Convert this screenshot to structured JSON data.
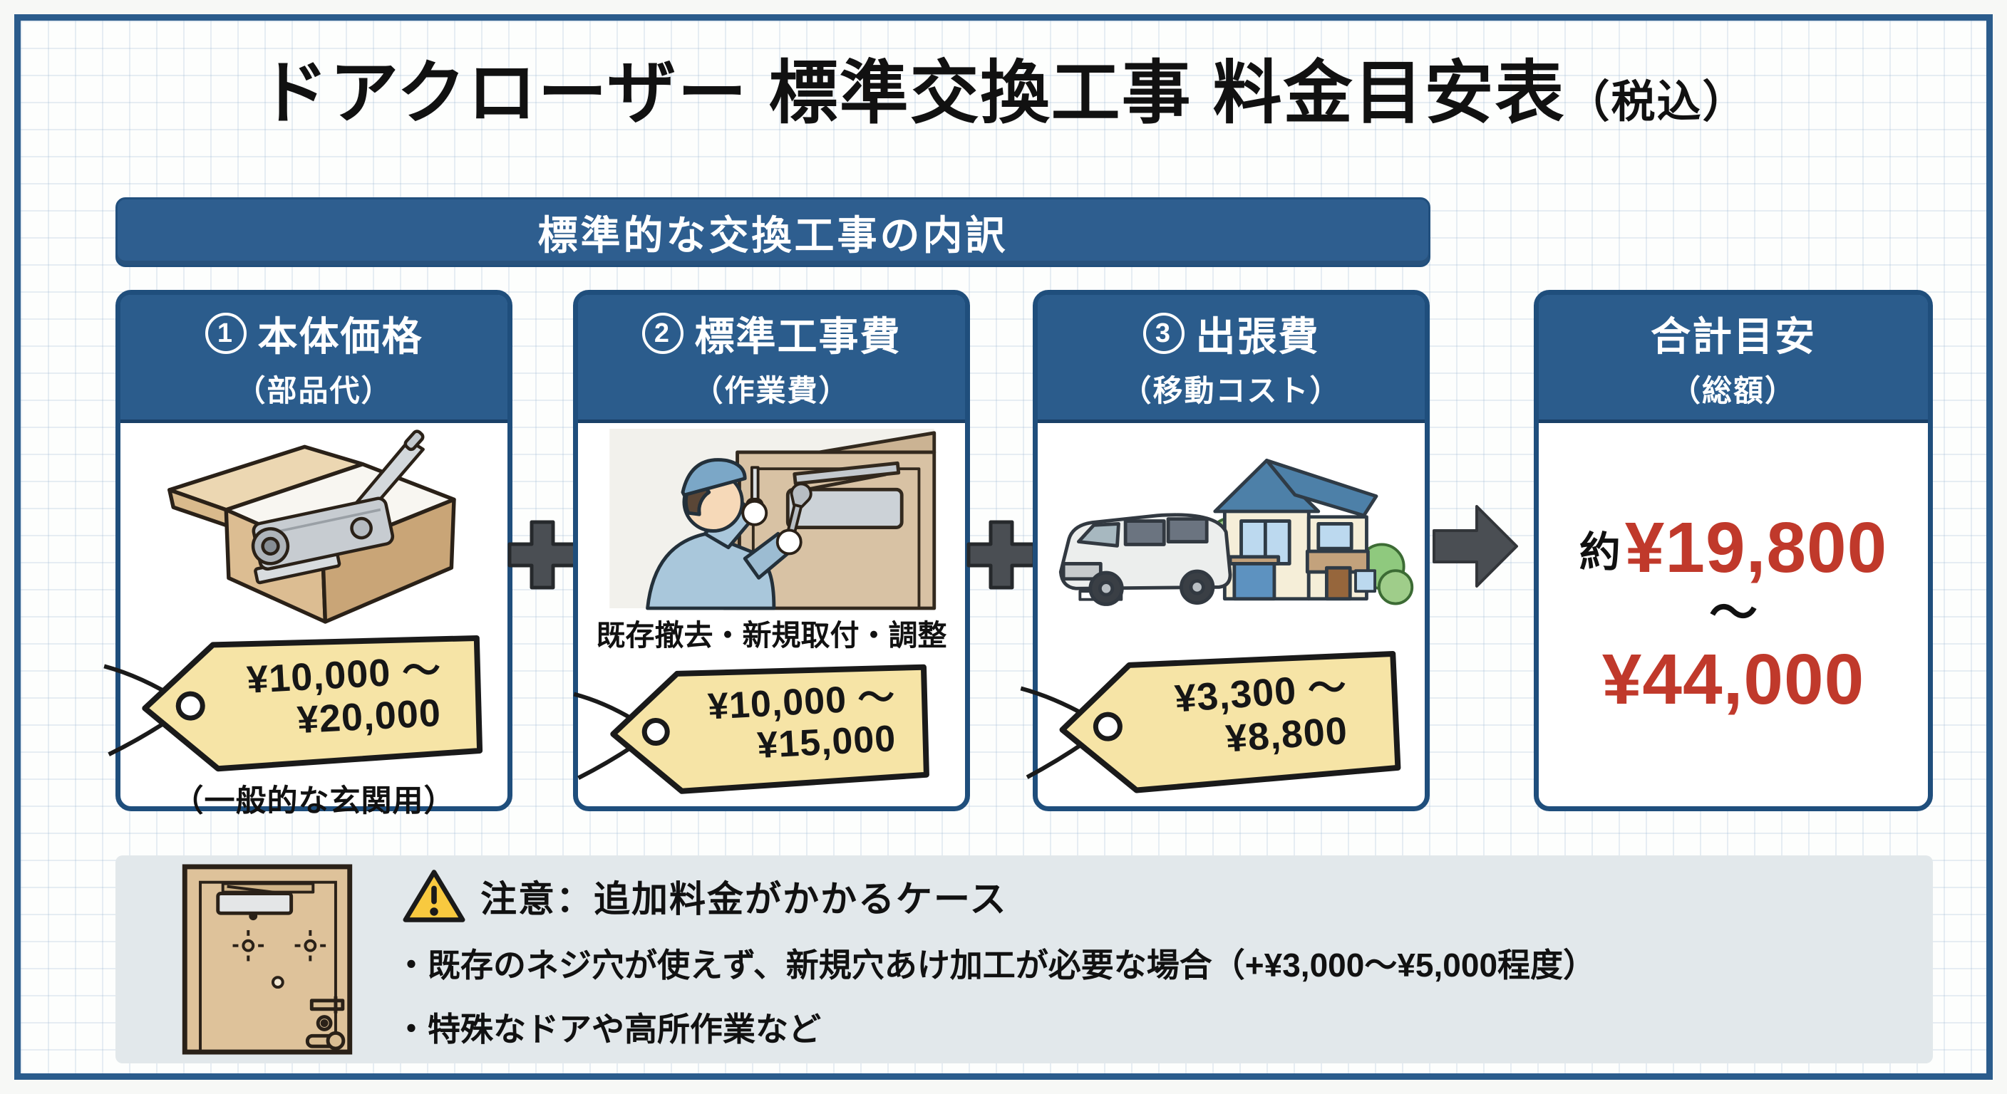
{
  "title": {
    "main": "ドアクローザー 標準交換工事 料金目安表",
    "suffix": "（税込）"
  },
  "banner": "標準的な交換工事の内訳",
  "cards": [
    {
      "number": "1",
      "title": "本体価格",
      "subtitle": "（部品代）",
      "price_line1": "¥10,000 ～",
      "price_line2": "¥20,000",
      "note": "（一般的な玄関用）"
    },
    {
      "number": "2",
      "title": "標準工事費",
      "subtitle": "（作業費）",
      "caption": "既存撤去・新規取付・調整",
      "price_line1": "¥10,000 ～",
      "price_line2": "¥15,000"
    },
    {
      "number": "3",
      "title": "出張費",
      "subtitle": "（移動コスト）",
      "price_line1": "¥3,300 ～",
      "price_line2": "¥8,800"
    }
  ],
  "total": {
    "title": "合計目安",
    "subtitle": "（総額）",
    "prefix": "約",
    "price_low": "¥19,800",
    "tilde": "～",
    "price_high": "¥44,000"
  },
  "warning": {
    "heading": "注意：追加料金がかかるケース",
    "bullets": [
      "・既存のネジ穴が使えず、新規穴あけ加工が必要な場合（+¥3,000～¥5,000程度）",
      "・特殊なドアや高所作業など"
    ]
  },
  "colors": {
    "header_blue": "#2b5c8c",
    "border_blue": "#1f4e7c",
    "price_red": "#c0392b",
    "tag_yellow": "#f6e4a6",
    "warning_bg": "#e2e8eb",
    "warning_yellow": "#f8c93f",
    "operator_gray": "#4a4e53"
  }
}
